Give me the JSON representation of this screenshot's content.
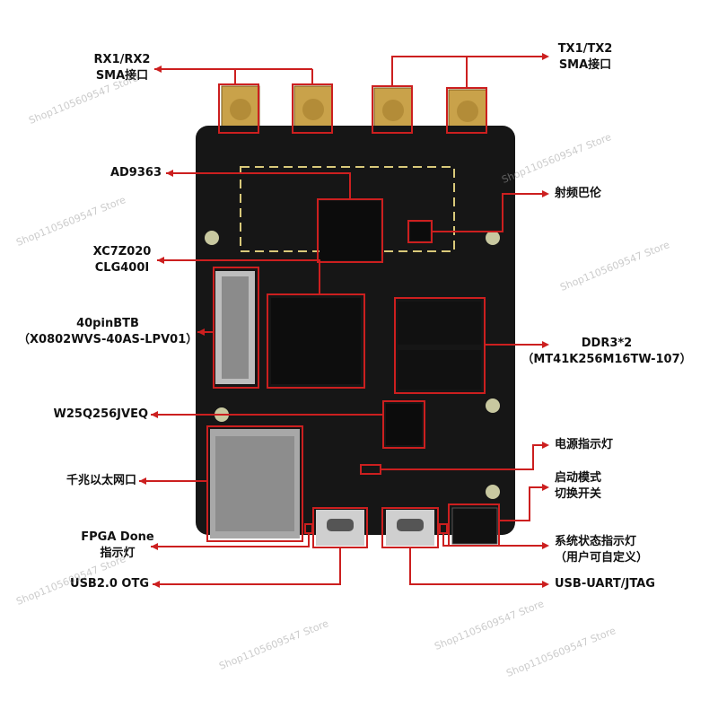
{
  "labels": {
    "rx_sma": [
      "RX1/RX2",
      "SMA接口"
    ],
    "tx_sma": [
      "TX1/TX2",
      "SMA接口"
    ],
    "ad9363": "AD9363",
    "balun": "射频巴伦",
    "fpga": [
      "XC7Z020",
      "CLG400I"
    ],
    "btb": [
      "40pinBTB",
      "（X0802WVS-40AS-LPV01）"
    ],
    "ddr": [
      "DDR3*2",
      "（MT41K256M16TW-107）"
    ],
    "flash": "W25Q256JVEQ",
    "power_led": "电源指示灯",
    "ethernet": "千兆以太网口",
    "boot_switch": [
      "启动模式",
      "切换开关"
    ],
    "fpga_done": [
      "FPGA Done",
      "指示灯"
    ],
    "status_led": [
      "系统状态指示灯",
      "（用户可自定义）"
    ],
    "usb_otg": "USB2.0 OTG",
    "usb_uart": "USB-UART/JTAG"
  },
  "watermark": "Shop1105609547 Store",
  "colors": {
    "callout": "#cc1f1f",
    "board": "#161616",
    "text": "#111111"
  }
}
